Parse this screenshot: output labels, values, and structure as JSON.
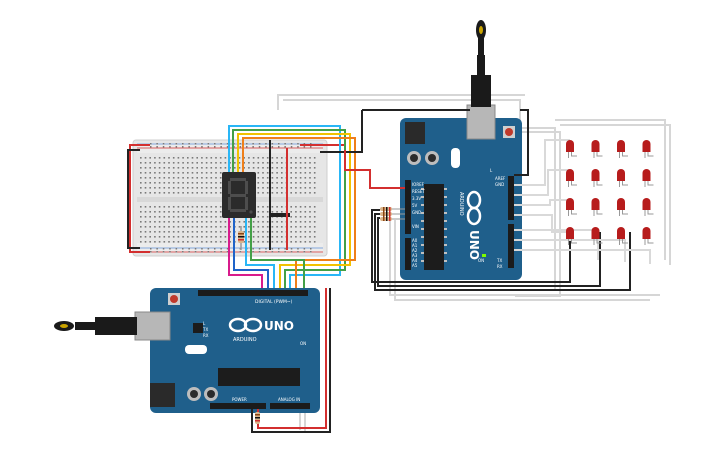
{
  "boards": {
    "top": {
      "model": "UNO",
      "brand": "ARDUINO",
      "labels": {
        "aref": "AREF",
        "gnd": "GND",
        "ioref": "IOREF",
        "reset": "RESET",
        "v33": "3.3V",
        "v5": "5V",
        "vin": "VIN",
        "a0": "A0",
        "a1": "A1",
        "a2": "A2",
        "a3": "A3",
        "a4": "A4",
        "a5": "A5",
        "tx": "TX",
        "rx": "RX",
        "on": "ON",
        "l": "L"
      }
    },
    "bottom": {
      "model": "UNO",
      "brand": "ARDUINO",
      "digital_label": "DIGITAL (PWM~)",
      "power_label": "POWER",
      "analog_label": "ANALOG IN",
      "tx": "TX",
      "rx": "RX",
      "l": "L",
      "on": "ON"
    }
  },
  "colors": {
    "board": "#1f5f8b",
    "breadboard": "#e6e6e6",
    "led": "#b71c1c",
    "wire_red": "#d32f2f",
    "wire_black": "#222222",
    "wire_yellow": "#f2c200",
    "wire_orange": "#ef7f1a",
    "wire_green": "#43a047",
    "wire_cyan": "#29b6f6",
    "wire_magenta": "#d81b8c",
    "wire_blue": "#1e63c9",
    "wire_gray": "#cfcfcf"
  },
  "led_matrix": {
    "rows": 4,
    "cols": 4
  }
}
